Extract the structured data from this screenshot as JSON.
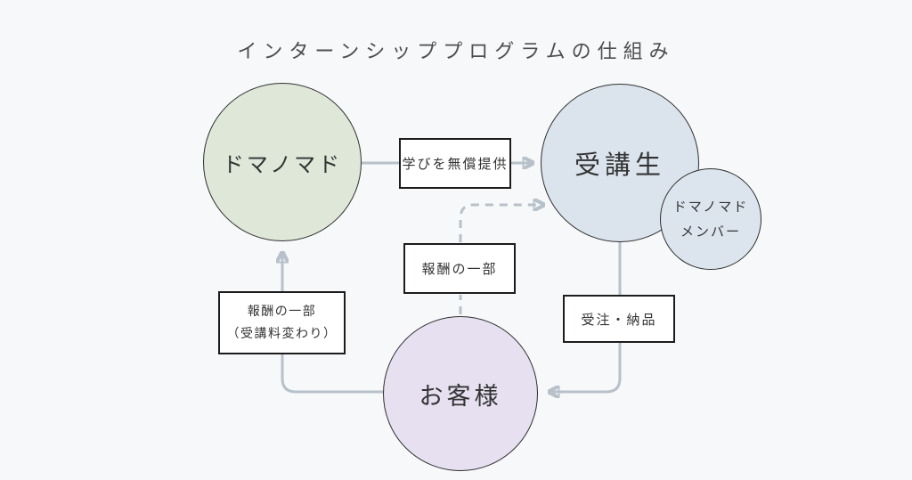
{
  "title": "インターンシッププログラムの仕組み",
  "nodes": {
    "domanomado": {
      "label": "ドマノマド",
      "fill": "#dfe7d9"
    },
    "students": {
      "label": "受講生",
      "fill": "#dbe4ed"
    },
    "member": {
      "line1": "ドマノマド",
      "line2": "メンバー",
      "fill": "#dce5ee"
    },
    "customers": {
      "label": "お客様",
      "fill": "#e7e0f1"
    }
  },
  "edges": {
    "free_learning": {
      "label": "学びを無償提供",
      "from": "ドマノマド",
      "to": "受講生",
      "style": "solid"
    },
    "reward_part": {
      "label": "報酬の一部",
      "from": "お客様",
      "to": "受講生",
      "style": "dashed"
    },
    "orders_delivery": {
      "label": "受注・納品",
      "from": "受講生",
      "to": "お客様",
      "style": "solid"
    },
    "reward_tuition": {
      "line1": "報酬の一部",
      "line2": "（受講料変わり）",
      "from": "お客様",
      "to": "ドマノマド",
      "style": "solid"
    }
  },
  "colors": {
    "background": "#f7f8f9",
    "connector": "#b7c1ca",
    "circle_border": "#2f2f2f",
    "box_border": "#1c1c1c",
    "text": "#333333",
    "title": "#4e4e4e"
  }
}
